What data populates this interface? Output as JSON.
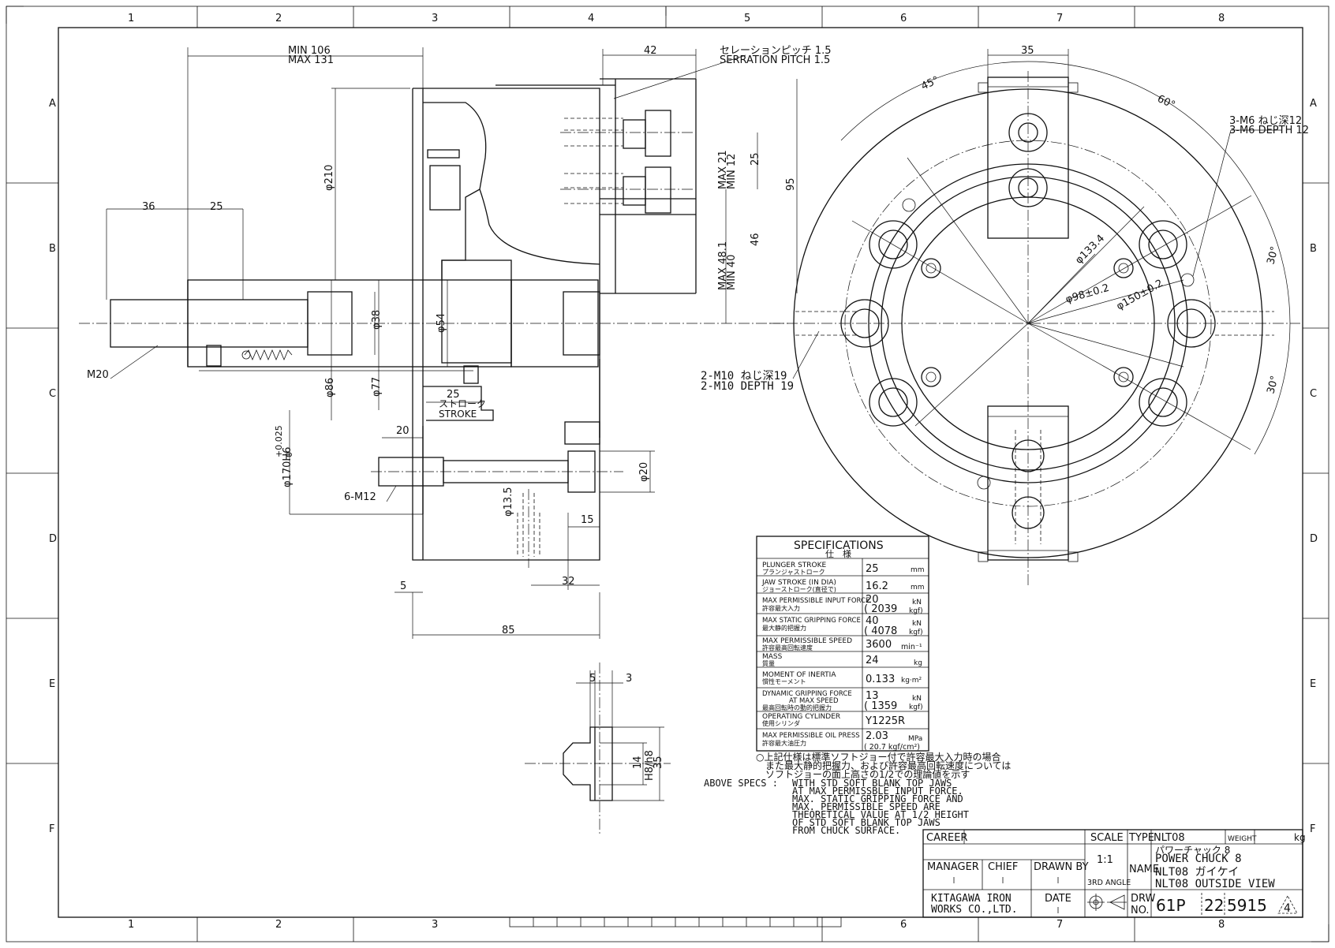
{
  "zones": {
    "columns": [
      "1",
      "2",
      "3",
      "4",
      "5",
      "6",
      "7",
      "8"
    ],
    "rows": [
      "A",
      "B",
      "C",
      "D",
      "E",
      "F"
    ]
  },
  "front_view": {
    "dims": {
      "min106": "MIN 106",
      "max131": "MAX 131",
      "d36": "36",
      "d25_top": "25",
      "d42": "42",
      "serration_jp": "セレーションピッチ 1.5",
      "serration_en": "SERRATION PITCH 1.5",
      "phi210": "φ210",
      "max21": "MAX 21",
      "min12": "MIN 12",
      "d25_jaw": "25",
      "d95": "95",
      "d46": "46",
      "max48": "MAX 48.1",
      "min40": "MIN 40",
      "phi38": "φ38",
      "phi54": "φ54",
      "m20": "M20",
      "phi86": "φ86",
      "phi77": "φ77",
      "d25_stroke": "25",
      "stroke_jp": "ストローク",
      "stroke_en": "STROKE",
      "d20": "20",
      "phi170": "φ170H6",
      "tol_up": "+0.025",
      "tol_low": "0",
      "m12": "6-M12",
      "phi13_5": "φ13.5",
      "d15": "15",
      "phi20": "φ20",
      "d5": "5",
      "d32": "32",
      "d85": "85"
    }
  },
  "jaw_detail": {
    "dims": {
      "d5": "5",
      "d3": "3",
      "d14": "14",
      "h8": "H8/h8",
      "d35": "35"
    }
  },
  "side_view": {
    "dims": {
      "d35": "35",
      "a45": "45°",
      "a60": "60°",
      "m6_jp": "3-M6 ねじ深12",
      "m6_en": "3-M6 DEPTH 12",
      "phi133": "φ133.4",
      "phi98": "φ98±0.2",
      "phi150": "φ150±0.2",
      "a30a": "30°",
      "a30b": "30°",
      "m10_jp": "2-M10 ねじ深19",
      "m10_en": "2-M10 DEPTH 19"
    }
  },
  "specifications": {
    "title": "SPECIFICATIONS",
    "title_jp": "仕　様",
    "rows": [
      {
        "label": "PLUNGER STROKE",
        "label_jp": "プランジャストローク",
        "value": "25",
        "unit": "mm",
        "value2": "",
        "unit2": ""
      },
      {
        "label": "JAW STROKE (IN DIA)",
        "label_jp": "ジョーストローク(直径で)",
        "value": "16.2",
        "unit": "mm",
        "value2": "",
        "unit2": ""
      },
      {
        "label": "MAX PERMISSIBLE INPUT FORCE",
        "label_jp": "許容最大入力",
        "value": "20",
        "unit": "kN",
        "value2": "( 2039",
        "unit2": "kgf)"
      },
      {
        "label": "MAX STATIC GRIPPING FORCE",
        "label_jp": "最大静的把握力",
        "value": "40",
        "unit": "kN",
        "value2": "( 4078",
        "unit2": "kgf)"
      },
      {
        "label": "MAX PERMISSIBLE SPEED",
        "label_jp": "許容最高回転速度",
        "value": "3600",
        "unit": "min⁻¹",
        "value2": "",
        "unit2": ""
      },
      {
        "label": "MASS",
        "label_jp": "質量",
        "value": "24",
        "unit": "kg",
        "value2": "",
        "unit2": ""
      },
      {
        "label": "MOMENT OF INERTIA",
        "label_jp": "慣性モーメント",
        "value": "0.133",
        "unit": "kg·m²",
        "value2": "",
        "unit2": ""
      },
      {
        "label": "DYNAMIC GRIPPING FORCE",
        "label_b": "AT MAX SPEED",
        "label_jp": "最高回転時の動的把握力",
        "value": "13",
        "unit": "kN",
        "value2": "( 1359",
        "unit2": "kgf)"
      },
      {
        "label": "OPERATING CYLINDER",
        "label_jp": "使用シリンダ",
        "value": "Y1225R",
        "unit": "",
        "value2": "",
        "unit2": ""
      },
      {
        "label": "MAX PERMISSIBLE OIL PRESS",
        "label_jp": "許容最大油圧力",
        "value": "2.03",
        "unit": "MPa",
        "value2": "( 20.7 kgf/cm²)",
        "unit2": ""
      }
    ]
  },
  "notes": {
    "jp": [
      "○上記仕様は標準ソフトジョー付で許容最大入力時の場合",
      "また最大静的把握力、および許容最高回転速度については",
      "ソフトジョーの面上高さの1/2での理論値を示す"
    ],
    "en_head": "ABOVE SPECS :",
    "en": [
      "WITH STD SOFT BLANK TOP JAWS",
      "AT MAX PERMISSBLE INPUT FORCE.",
      "MAX. STATIC GRIPPING FORCE AND",
      "MAX. PERMISSIBLE SPEED ARE",
      "THEORETICAL VALUE AT 1/2 HEIGHT",
      "OF STD SOFT BLANK TOP JAWS",
      "FROM CHUCK SURFACE."
    ]
  },
  "title_block": {
    "career": "CAREER",
    "manager": "MANAGER",
    "chief": "CHIEF",
    "drawn_by": "DRAWN BY",
    "date": "DATE",
    "company1": "KITAGAWA IRON",
    "company2": "WORKS CO.,LTD.",
    "scale_label": "SCALE",
    "scale_value": "1:1",
    "angle": "3RD ANGLE",
    "type_label": "TYPE",
    "type_value": "NLT08",
    "weight_label": "WEIGHT",
    "weight_unit": "kg",
    "name_label": "NAME",
    "name_lines": [
      "パワーチャック 8",
      "POWER CHUCK 8",
      "NLT08 ガイケイ",
      "NLT08 OUTSIDE VIEW"
    ],
    "drw_label1": "DRW",
    "drw_label2": "NO.",
    "drw_parts": [
      "61P",
      "22",
      "5915"
    ],
    "revision": "4"
  }
}
